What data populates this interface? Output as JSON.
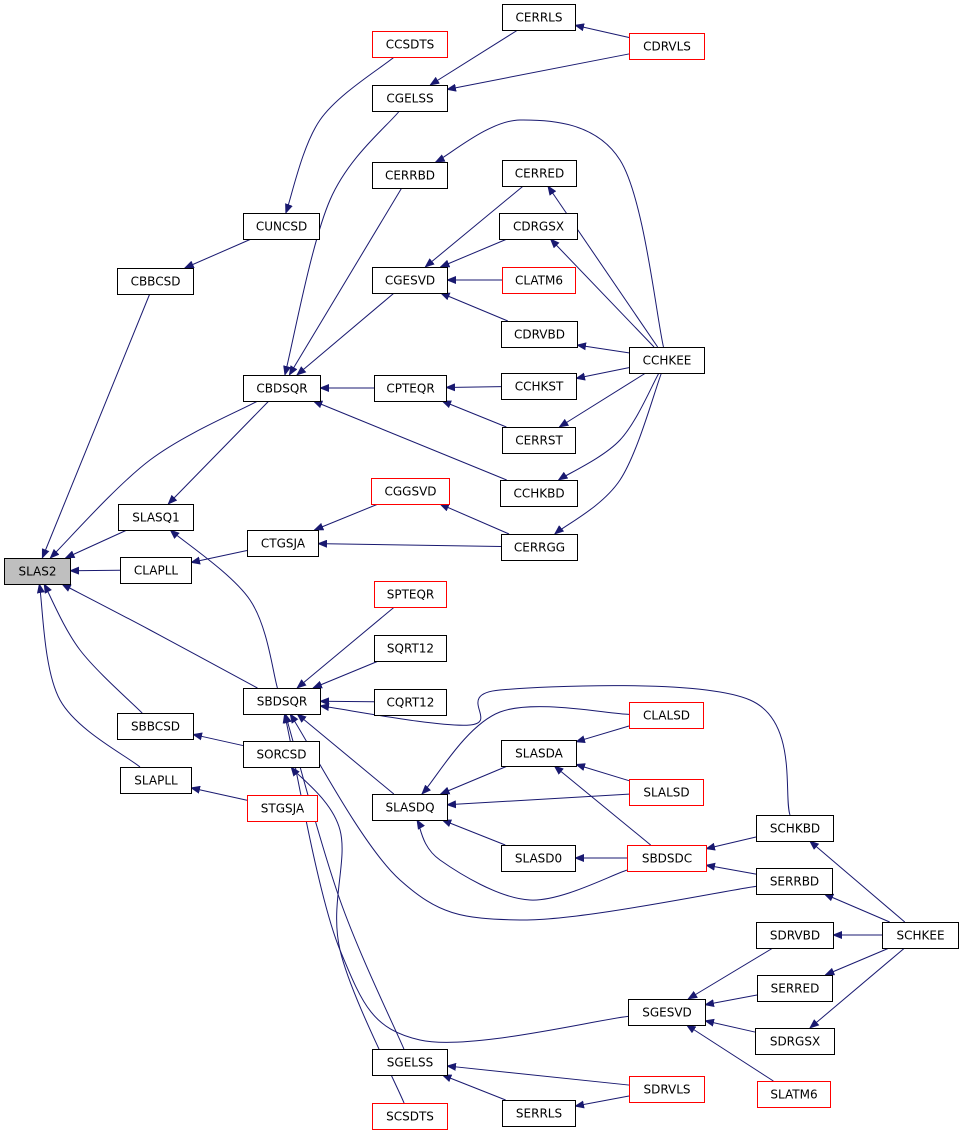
{
  "colors": {
    "edge": "#191970",
    "arrowhead": "#191970",
    "border_default": "#000000",
    "border_red": "#ff0000",
    "root_fill": "#bfbfbf",
    "node_fill": "#ffffff"
  },
  "nodes": [
    {
      "id": "SLAS2",
      "label": "SLAS2",
      "style": "root"
    },
    {
      "id": "CBBCSD",
      "label": "CBBCSD",
      "style": "default"
    },
    {
      "id": "CUNCSD",
      "label": "CUNCSD",
      "style": "default"
    },
    {
      "id": "CCSDTS",
      "label": "CCSDTS",
      "style": "red"
    },
    {
      "id": "CERRLS",
      "label": "CERRLS",
      "style": "default"
    },
    {
      "id": "CDRVLS",
      "label": "CDRVLS",
      "style": "red"
    },
    {
      "id": "CGELSS",
      "label": "CGELSS",
      "style": "default"
    },
    {
      "id": "CERRBD",
      "label": "CERRBD",
      "style": "default"
    },
    {
      "id": "CERRED",
      "label": "CERRED",
      "style": "default"
    },
    {
      "id": "CDRGSX",
      "label": "CDRGSX",
      "style": "default"
    },
    {
      "id": "CGESVD",
      "label": "CGESVD",
      "style": "default"
    },
    {
      "id": "CLATM6",
      "label": "CLATM6",
      "style": "red"
    },
    {
      "id": "CDRVBD",
      "label": "CDRVBD",
      "style": "default"
    },
    {
      "id": "CCHKEE",
      "label": "CCHKEE",
      "style": "default"
    },
    {
      "id": "CBDSQR",
      "label": "CBDSQR",
      "style": "default"
    },
    {
      "id": "CPTEQR",
      "label": "CPTEQR",
      "style": "default"
    },
    {
      "id": "CCHKST",
      "label": "CCHKST",
      "style": "default"
    },
    {
      "id": "CERRST",
      "label": "CERRST",
      "style": "default"
    },
    {
      "id": "CCHKBD",
      "label": "CCHKBD",
      "style": "default"
    },
    {
      "id": "CGGSVD",
      "label": "CGGSVD",
      "style": "red"
    },
    {
      "id": "SLASQ1",
      "label": "SLASQ1",
      "style": "default"
    },
    {
      "id": "CTGSJA",
      "label": "CTGSJA",
      "style": "default"
    },
    {
      "id": "CERRGG",
      "label": "CERRGG",
      "style": "default"
    },
    {
      "id": "CLAPLL",
      "label": "CLAPLL",
      "style": "default"
    },
    {
      "id": "SPTEQR",
      "label": "SPTEQR",
      "style": "red"
    },
    {
      "id": "SQRT12",
      "label": "SQRT12",
      "style": "default"
    },
    {
      "id": "CQRT12",
      "label": "CQRT12",
      "style": "default"
    },
    {
      "id": "SBDSQR",
      "label": "SBDSQR",
      "style": "default"
    },
    {
      "id": "CLALSD",
      "label": "CLALSD",
      "style": "red"
    },
    {
      "id": "SBBCSD",
      "label": "SBBCSD",
      "style": "default"
    },
    {
      "id": "SORCSD",
      "label": "SORCSD",
      "style": "default"
    },
    {
      "id": "SLASDA",
      "label": "SLASDA",
      "style": "default"
    },
    {
      "id": "SLAPLL",
      "label": "SLAPLL",
      "style": "default"
    },
    {
      "id": "STGSJA",
      "label": "STGSJA",
      "style": "red"
    },
    {
      "id": "SLASDQ",
      "label": "SLASDQ",
      "style": "default"
    },
    {
      "id": "SLALSD",
      "label": "SLALSD",
      "style": "red"
    },
    {
      "id": "SCHKBD",
      "label": "SCHKBD",
      "style": "default"
    },
    {
      "id": "SLASD0",
      "label": "SLASD0",
      "style": "default"
    },
    {
      "id": "SBDSDC",
      "label": "SBDSDC",
      "style": "red"
    },
    {
      "id": "SERRBD",
      "label": "SERRBD",
      "style": "default"
    },
    {
      "id": "SDRVBD",
      "label": "SDRVBD",
      "style": "default"
    },
    {
      "id": "SCHKEE",
      "label": "SCHKEE",
      "style": "default"
    },
    {
      "id": "SERRED",
      "label": "SERRED",
      "style": "default"
    },
    {
      "id": "SGESVD",
      "label": "SGESVD",
      "style": "default"
    },
    {
      "id": "SDRGSX",
      "label": "SDRGSX",
      "style": "default"
    },
    {
      "id": "SGELSS",
      "label": "SGELSS",
      "style": "default"
    },
    {
      "id": "SDRVLS",
      "label": "SDRVLS",
      "style": "red"
    },
    {
      "id": "SLATM6",
      "label": "SLATM6",
      "style": "red"
    },
    {
      "id": "SERRLS",
      "label": "SERRLS",
      "style": "default"
    },
    {
      "id": "SCSDTS",
      "label": "SCSDTS",
      "style": "red"
    }
  ],
  "edges": [
    {
      "from": "CBBCSD",
      "to": "SLAS2"
    },
    {
      "from": "CUNCSD",
      "to": "CBBCSD"
    },
    {
      "from": "CCSDTS",
      "to": "CUNCSD"
    },
    {
      "from": "CDRVLS",
      "to": "CERRLS"
    },
    {
      "from": "CERRLS",
      "to": "CGELSS"
    },
    {
      "from": "CDRVLS",
      "to": "CGELSS"
    },
    {
      "from": "CGELSS",
      "to": "CBDSQR"
    },
    {
      "from": "CCHKEE",
      "to": "CERRBD"
    },
    {
      "from": "CERRBD",
      "to": "CBDSQR"
    },
    {
      "from": "CCHKEE",
      "to": "CERRED"
    },
    {
      "from": "CERRED",
      "to": "CGESVD"
    },
    {
      "from": "CCHKEE",
      "to": "CDRGSX"
    },
    {
      "from": "CDRGSX",
      "to": "CGESVD"
    },
    {
      "from": "CLATM6",
      "to": "CGESVD"
    },
    {
      "from": "CDRVBD",
      "to": "CGESVD"
    },
    {
      "from": "CCHKEE",
      "to": "CDRVBD"
    },
    {
      "from": "CGESVD",
      "to": "CBDSQR"
    },
    {
      "from": "CCHKST",
      "to": "CPTEQR"
    },
    {
      "from": "CERRST",
      "to": "CPTEQR"
    },
    {
      "from": "CCHKEE",
      "to": "CCHKST"
    },
    {
      "from": "CCHKEE",
      "to": "CERRST"
    },
    {
      "from": "CPTEQR",
      "to": "CBDSQR"
    },
    {
      "from": "CCHKBD",
      "to": "CBDSQR"
    },
    {
      "from": "CCHKEE",
      "to": "CCHKBD"
    },
    {
      "from": "CBDSQR",
      "to": "SLAS2"
    },
    {
      "from": "CBDSQR",
      "to": "SLASQ1"
    },
    {
      "from": "CERRGG",
      "to": "CGGSVD"
    },
    {
      "from": "CGGSVD",
      "to": "CTGSJA"
    },
    {
      "from": "CERRGG",
      "to": "CTGSJA"
    },
    {
      "from": "CCHKEE",
      "to": "CERRGG"
    },
    {
      "from": "CTGSJA",
      "to": "CLAPLL"
    },
    {
      "from": "SLASQ1",
      "to": "SLAS2"
    },
    {
      "from": "CLAPLL",
      "to": "SLAS2"
    },
    {
      "from": "SBDSQR",
      "to": "SLAS2"
    },
    {
      "from": "SBDSQR",
      "to": "SLASQ1"
    },
    {
      "from": "SPTEQR",
      "to": "SBDSQR"
    },
    {
      "from": "SQRT12",
      "to": "SBDSQR"
    },
    {
      "from": "CQRT12",
      "to": "SBDSQR"
    },
    {
      "from": "SCHKBD",
      "to": "SBDSQR"
    },
    {
      "from": "SLASDQ",
      "to": "SBDSQR"
    },
    {
      "from": "SERRBD",
      "to": "SBDSQR"
    },
    {
      "from": "SGESVD",
      "to": "SBDSQR"
    },
    {
      "from": "SGELSS",
      "to": "SBDSQR"
    },
    {
      "from": "SBBCSD",
      "to": "SLAS2"
    },
    {
      "from": "SORCSD",
      "to": "SBBCSD"
    },
    {
      "from": "SCSDTS",
      "to": "SORCSD"
    },
    {
      "from": "SLAPLL",
      "to": "SLAS2"
    },
    {
      "from": "STGSJA",
      "to": "SLAPLL"
    },
    {
      "from": "CLALSD",
      "to": "SLASDA"
    },
    {
      "from": "SLALSD",
      "to": "SLASDA"
    },
    {
      "from": "SBDSDC",
      "to": "SLASDA"
    },
    {
      "from": "CLALSD",
      "to": "SLASDQ"
    },
    {
      "from": "SLASDA",
      "to": "SLASDQ"
    },
    {
      "from": "SLALSD",
      "to": "SLASDQ"
    },
    {
      "from": "SLASD0",
      "to": "SLASDQ"
    },
    {
      "from": "SBDSDC",
      "to": "SLASDQ"
    },
    {
      "from": "SBDSDC",
      "to": "SLASD0"
    },
    {
      "from": "SCHKBD",
      "to": "SBDSDC"
    },
    {
      "from": "SERRBD",
      "to": "SBDSDC"
    },
    {
      "from": "SCHKEE",
      "to": "SCHKBD"
    },
    {
      "from": "SCHKEE",
      "to": "SERRBD"
    },
    {
      "from": "SCHKEE",
      "to": "SDRVBD"
    },
    {
      "from": "SCHKEE",
      "to": "SERRED"
    },
    {
      "from": "SCHKEE",
      "to": "SDRGSX"
    },
    {
      "from": "SDRVBD",
      "to": "SGESVD"
    },
    {
      "from": "SERRED",
      "to": "SGESVD"
    },
    {
      "from": "SDRGSX",
      "to": "SGESVD"
    },
    {
      "from": "SLATM6",
      "to": "SGESVD"
    },
    {
      "from": "SDRVLS",
      "to": "SGELSS"
    },
    {
      "from": "SERRLS",
      "to": "SGELSS"
    },
    {
      "from": "SDRVLS",
      "to": "SERRLS"
    }
  ]
}
